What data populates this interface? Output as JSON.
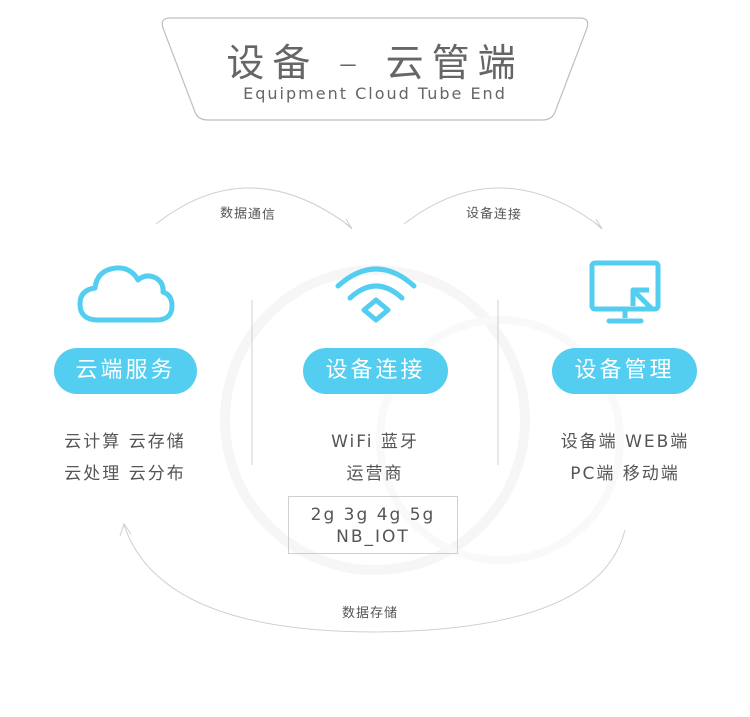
{
  "header": {
    "title_cn": "设备 – 云管端",
    "title_en": "Equipment Cloud Tube End"
  },
  "flows": {
    "top_left": "数据通信",
    "top_right": "设备连接",
    "bottom": "数据存储"
  },
  "columns": {
    "cloud": {
      "icon": "cloud-icon",
      "label": "云端服务",
      "lines": [
        "云计算  云存储",
        "云处理  云分布"
      ]
    },
    "connection": {
      "icon": "wifi-icon",
      "label": "设备连接",
      "lines": [
        "WiFi  蓝牙",
        "运营商"
      ],
      "networks": [
        "2g 3g 4g 5g",
        "NB_IOT"
      ]
    },
    "management": {
      "icon": "monitor-icon",
      "label": "设备管理",
      "lines": [
        "设备端  WEB端",
        "PC端  移动端"
      ]
    }
  },
  "colors": {
    "accent": "#53cdf0",
    "text": "#555555",
    "line": "#d0d0d0"
  }
}
